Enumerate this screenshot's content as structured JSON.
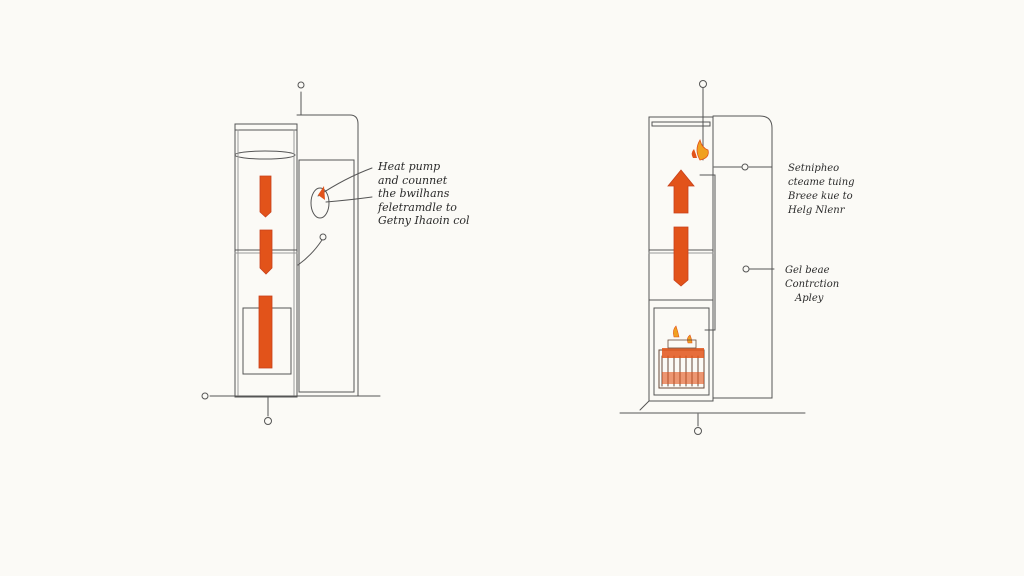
{
  "colors": {
    "paper": "#fbfaf6",
    "ink": "#4a4a4a",
    "accent_orange": "#e2531a",
    "accent_dark_orange": "#c8401a",
    "flame_yellow": "#f0a020"
  },
  "left_unit": {
    "note_lines": [
      "Heat pump",
      "and counnet",
      "the bwilhans",
      "feletramdle to",
      "Getny Ihaoin col"
    ]
  },
  "right_unit": {
    "note_top_lines": [
      "Setnipheo",
      "cteame tuing",
      "Breee kue to",
      "Helg Nlenr"
    ],
    "note_bottom_lines": [
      "Gel beae",
      "Contrction",
      "Apley"
    ]
  }
}
